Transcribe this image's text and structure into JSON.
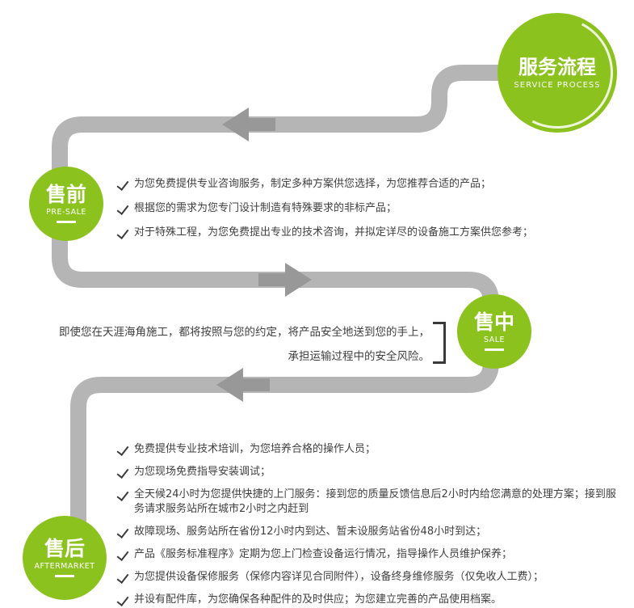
{
  "header": {
    "title": "服务流程",
    "subtitle": "SERVICE PROCESS"
  },
  "stages": [
    {
      "id": "pre-sale",
      "title": "售前",
      "subtitle": "PRE-SALE",
      "items": [
        "为您免费提供专业咨询服务，制定多种方案供您选择，为您推荐合适的产品；",
        "根据您的需求为您专门设计制造有特殊要求的非标产品；",
        "对于特殊工程，为您免费提出专业的技术咨询，并拟定详尽的设备施工方案供您参考；"
      ]
    },
    {
      "id": "sale",
      "title": "售中",
      "subtitle": "SALE",
      "items": [
        "即使您在天涯海角施工，都将按照与您的约定，将产品安全地送到您的手上，",
        "承担运输过程中的安全风险。"
      ]
    },
    {
      "id": "aftermarket",
      "title": "售后",
      "subtitle": "AFTERMARKET",
      "items": [
        "免费提供专业技术培训，为您培养合格的操作人员；",
        "为您现场免费指导安装调试；",
        "全天候24小时为您提供快捷的上门服务：接到您的质量反馈信息后2小时内给您满意的处理方案；接到服务请求服务站所在城市2小时之内赶到",
        "故障现场、服务站所在省份12小时内到达、暂未设服务站省份48小时到达；",
        "产品《服务标准程序》定期为您上门检查设备运行情况，指导操作人员维护保养；",
        "为您提供设备保修服务（保修内容详见合同附件），设备终身维修服务（仅免收人工费）；",
        "并设有配件库，为您确保各种配件的及时供应；为您建立完善的产品使用档案。"
      ]
    }
  ],
  "colors": {
    "green": "#8cc21e",
    "path_gray": "#b5b5b5",
    "arrow_gray": "#989898",
    "text": "#3f3f3f",
    "bracket": "#3a3a3a"
  }
}
